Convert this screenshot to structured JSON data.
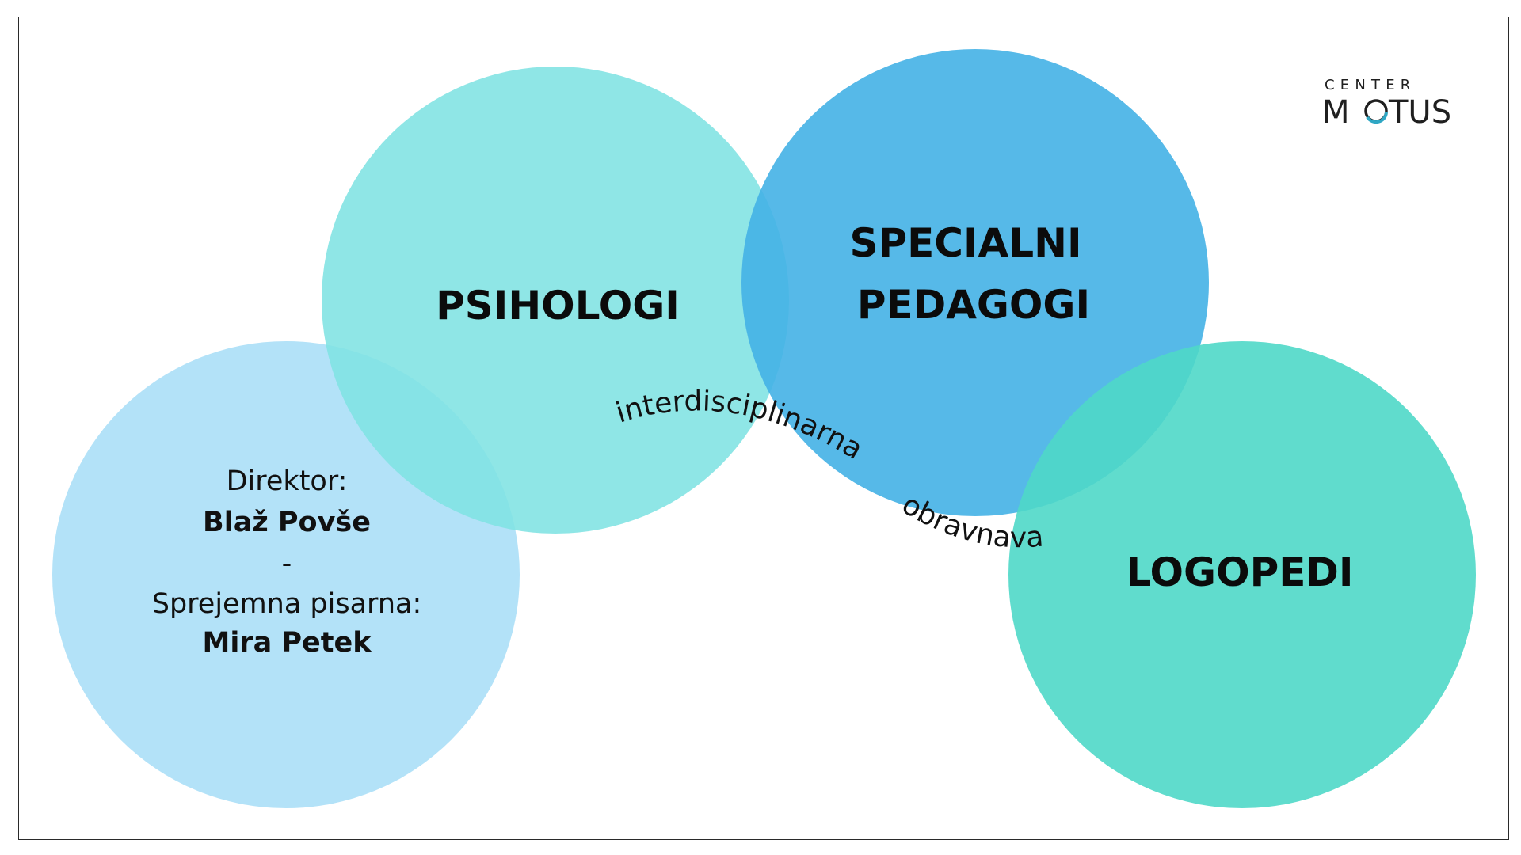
{
  "logo": {
    "line1": "CENTER",
    "letter_m": "M",
    "letters_tus": "TUS",
    "accent_color": "#2fa7c4"
  },
  "circles": {
    "psihologi": {
      "label": "PSIHOLOGI",
      "color": "#7fe3e3"
    },
    "specialni": {
      "line1": "SPECIALNI",
      "line2": "PEDAGOGI",
      "color": "#44b1e6"
    },
    "logopedi": {
      "label": "LOGOPEDI",
      "color": "#4fd8c8"
    },
    "uprava": {
      "color": "#abdff7",
      "director_label": "Direktor:",
      "director_name": "Blaž Povše",
      "separator": "-",
      "office_label": "Sprejemna pisarna:",
      "office_name": "Mira Petek"
    }
  },
  "connector": {
    "word1": "interdisciplinarna",
    "word2": "obravnava"
  }
}
